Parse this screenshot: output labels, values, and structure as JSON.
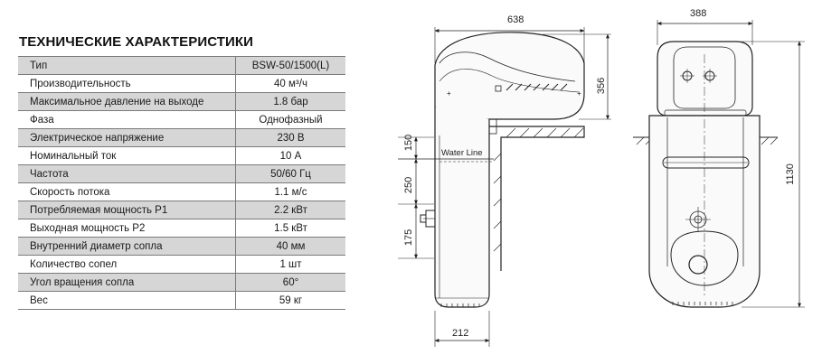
{
  "title": "ТЕХНИЧЕСКИЕ ХАРАКТЕРИСТИКИ",
  "specs": [
    {
      "label": "Тип",
      "value": "BSW-50/1500(L)"
    },
    {
      "label": "Производительность",
      "value": "40 м³/ч"
    },
    {
      "label": "Максимальное давление на выходе",
      "value": "1.8 бар"
    },
    {
      "label": "Фаза",
      "value": "Однофазный"
    },
    {
      "label": "Электрическое напряжение",
      "value": "230 В"
    },
    {
      "label": "Номинальный ток",
      "value": "10 А"
    },
    {
      "label": "Частота",
      "value": "50/60 Гц"
    },
    {
      "label": "Скорость потока",
      "value": "1.1 м/с"
    },
    {
      "label": "Потребляемая мощность P1",
      "value": "2.2 кВт"
    },
    {
      "label": "Выходная мощность P2",
      "value": "1.5 кВт"
    },
    {
      "label": "Внутренний диаметр сопла",
      "value": "40 мм"
    },
    {
      "label": "Количество сопел",
      "value": "1 шт"
    },
    {
      "label": "Угол вращения сопла",
      "value": "60°"
    },
    {
      "label": "Вес",
      "value": "59 кг"
    }
  ],
  "drawing": {
    "side_width": "638",
    "side_height": "356",
    "dim_150": "150",
    "dim_250": "250",
    "dim_175": "175",
    "bottom_width": "212",
    "water_line": "Water Line",
    "front_width": "388",
    "front_height": "1130"
  }
}
